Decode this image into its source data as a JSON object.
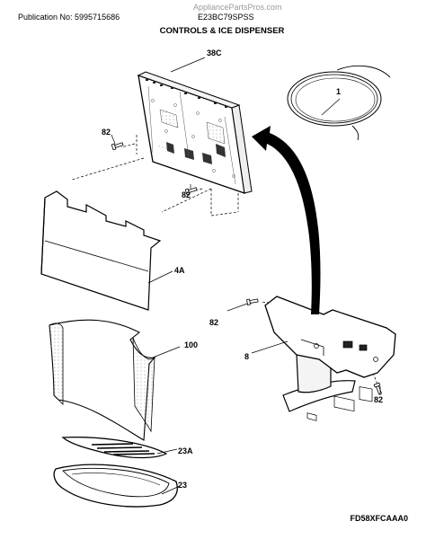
{
  "header": {
    "publication": "Publication No: 5995715686",
    "model": "E23BC79SPSS",
    "watermark": "AppliancePartsPros.com",
    "title": "CONTROLS & ICE DISPENSER"
  },
  "callouts": {
    "c38c": "38C",
    "c1": "1",
    "c82a": "82",
    "c82b": "82",
    "c4a": "4A",
    "c82c": "82",
    "c8": "8",
    "c82d": "82",
    "c100": "100",
    "c23a": "23A",
    "c23": "23"
  },
  "footer": {
    "code": "FD58XFCAAA0"
  }
}
